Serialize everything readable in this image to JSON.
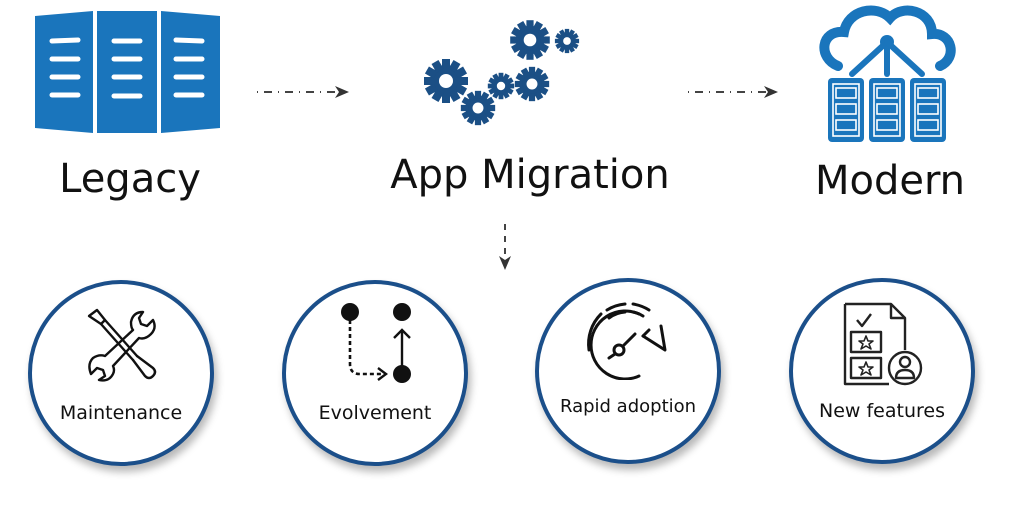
{
  "diagram": {
    "title": "App Migration flow",
    "colors": {
      "icon_blue": "#1a75bc",
      "gear_blue": "#1b4f85",
      "circle_border": "#1b4f8a",
      "arrow_gray": "#444444",
      "text": "#111111"
    },
    "stages": [
      {
        "id": "legacy",
        "label": "Legacy",
        "icon": "server-racks-icon"
      },
      {
        "id": "migration",
        "label": "App Migration",
        "icon": "gears-icon"
      },
      {
        "id": "modern",
        "label": "Modern",
        "icon": "cloud-servers-icon"
      }
    ],
    "edges": [
      {
        "from": "legacy",
        "to": "migration",
        "style": "dashed-arrow"
      },
      {
        "from": "migration",
        "to": "modern",
        "style": "dashed-arrow"
      },
      {
        "from": "migration",
        "to": "benefits",
        "style": "dashed-arrow-down"
      }
    ],
    "benefits": [
      {
        "label": "Maintenance",
        "icon": "wrench-screwdriver-icon"
      },
      {
        "label": "Evolvement",
        "icon": "evolution-path-icon"
      },
      {
        "label": "Rapid adoption",
        "icon": "speedometer-icon"
      },
      {
        "label": "New features",
        "icon": "feature-document-icon"
      }
    ]
  }
}
